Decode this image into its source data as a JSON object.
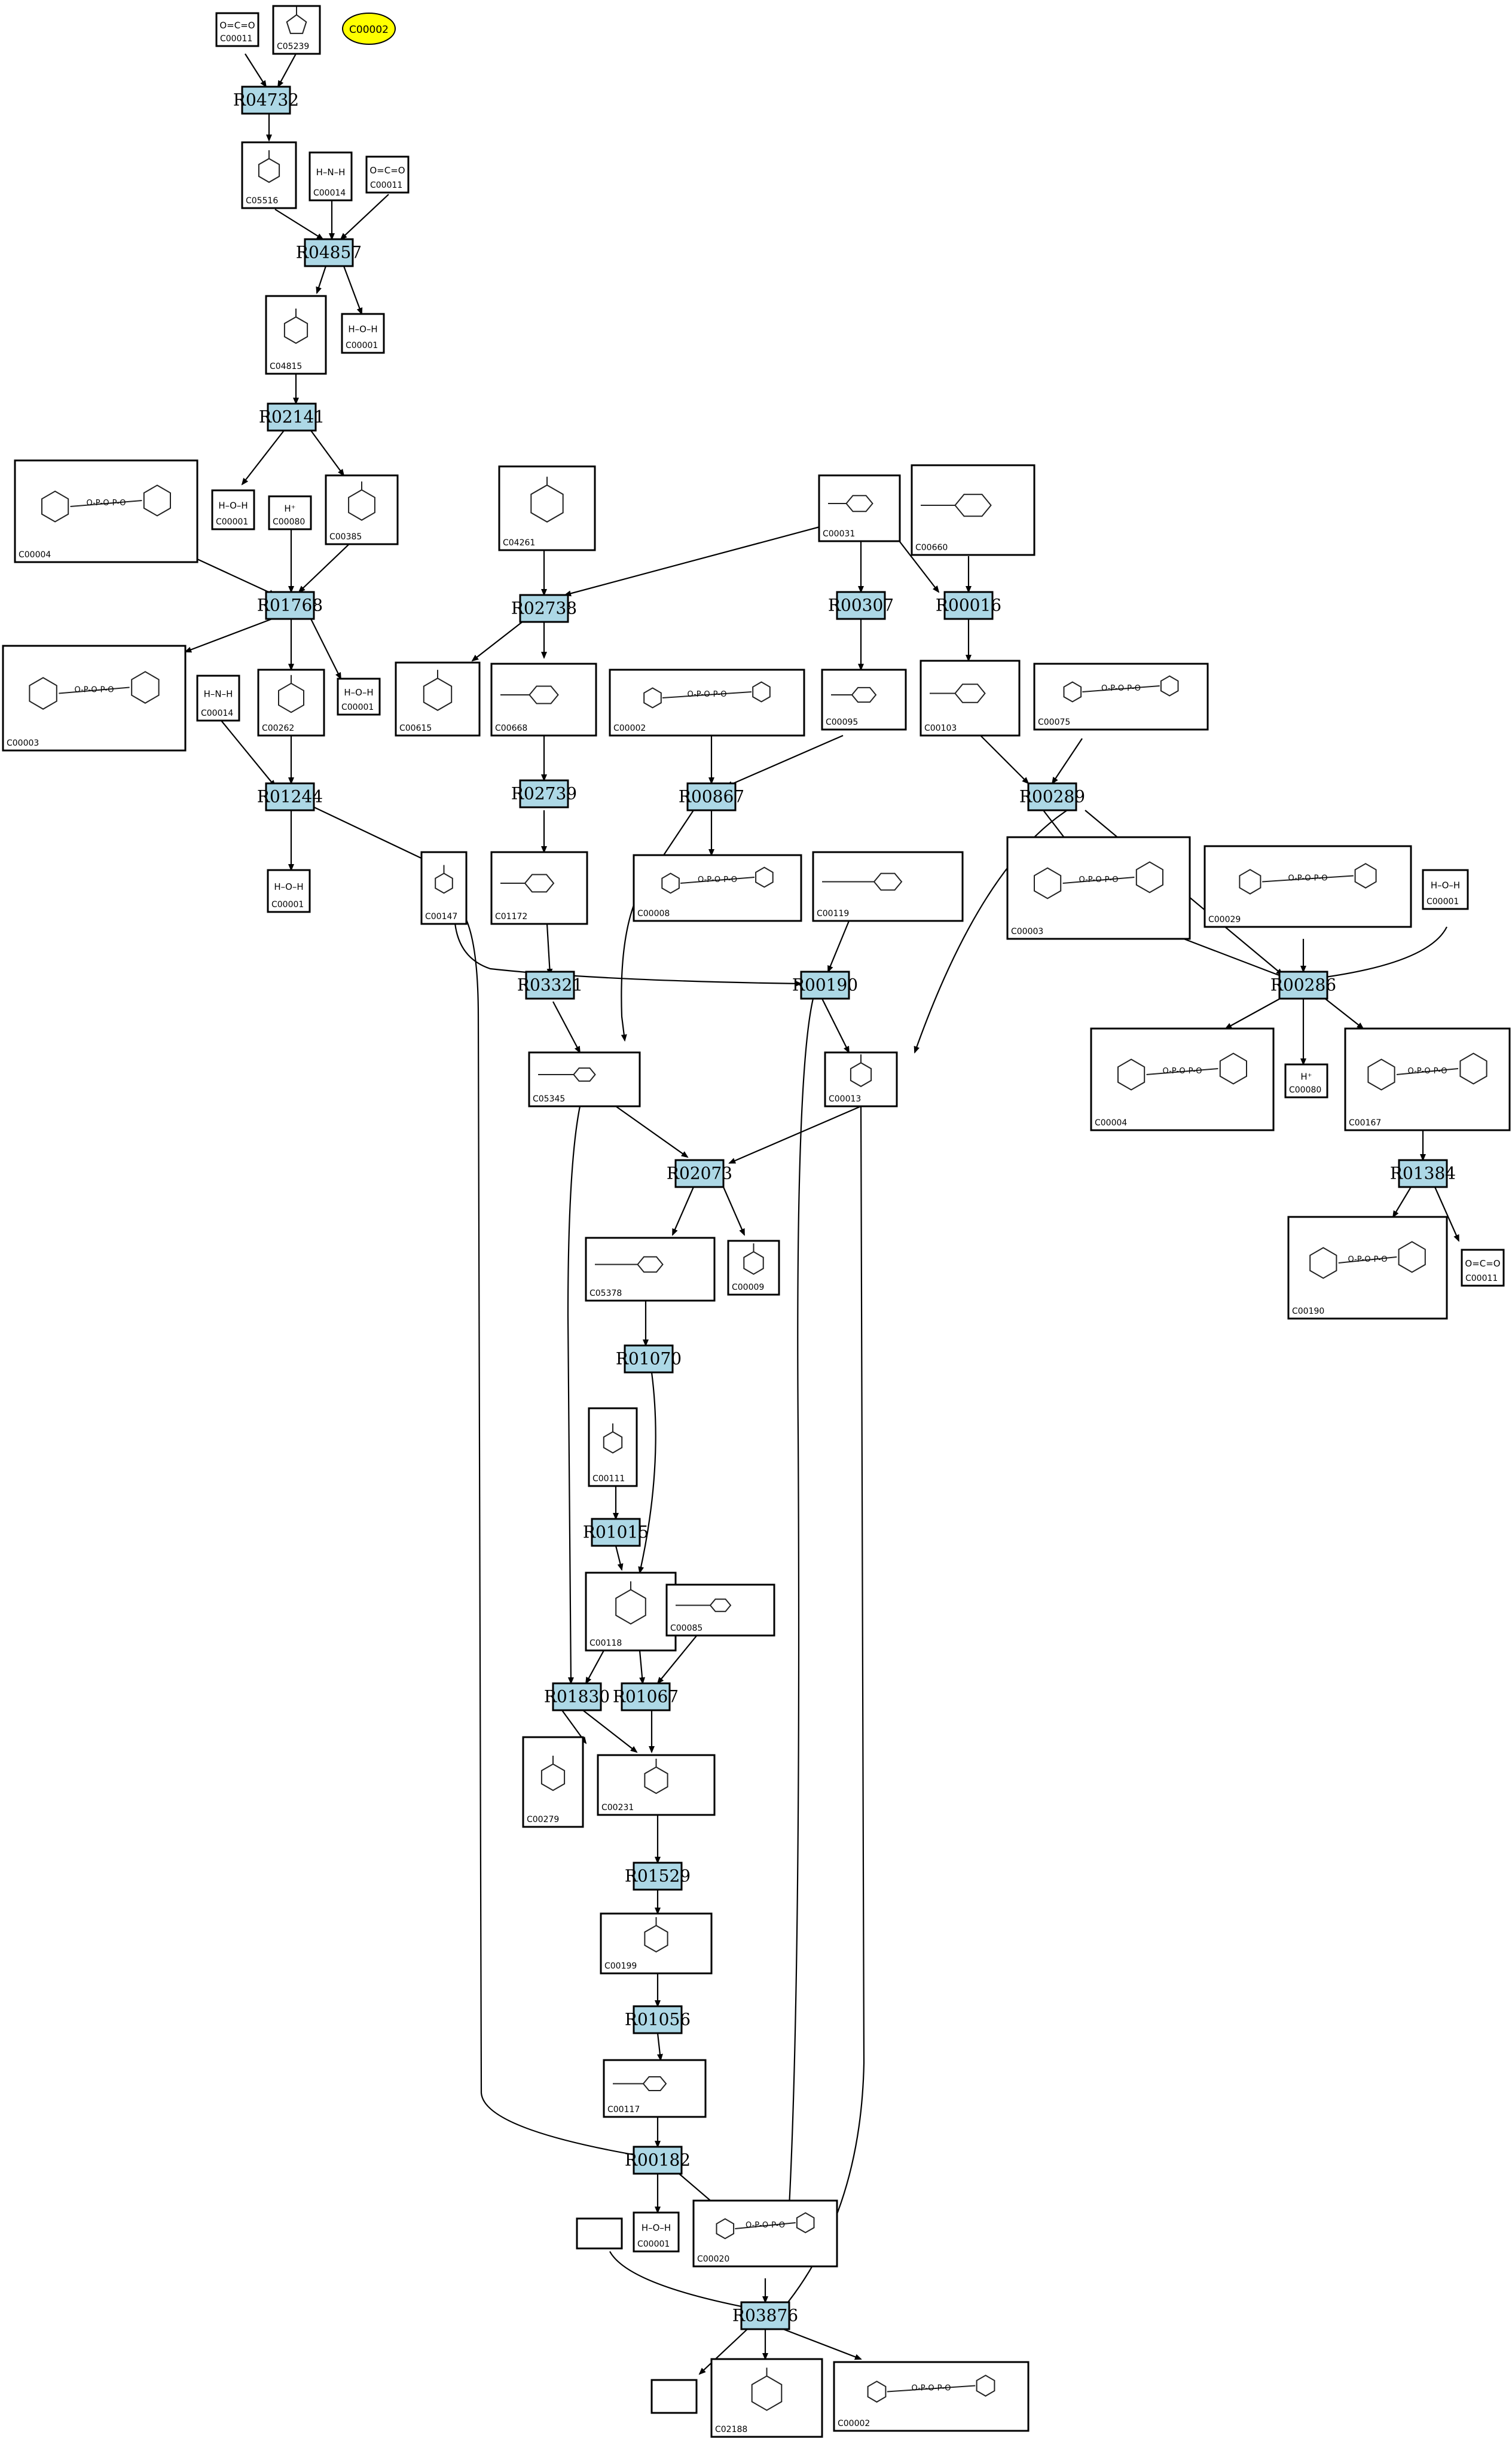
{
  "special_node": {
    "id": "C00002-yellow",
    "label": "C00002",
    "fill": "#ffff00"
  },
  "reactions": [
    {
      "id": "R04732",
      "label": "R04732"
    },
    {
      "id": "R04857",
      "label": "R04857"
    },
    {
      "id": "R02141",
      "label": "R02141"
    },
    {
      "id": "R01768",
      "label": "R01768"
    },
    {
      "id": "R02738",
      "label": "R02738"
    },
    {
      "id": "R00307",
      "label": "R00307"
    },
    {
      "id": "R00016",
      "label": "R00016"
    },
    {
      "id": "R01244",
      "label": "R01244"
    },
    {
      "id": "R02739",
      "label": "R02739"
    },
    {
      "id": "R00867",
      "label": "R00867"
    },
    {
      "id": "R00289",
      "label": "R00289"
    },
    {
      "id": "R03321",
      "label": "R03321"
    },
    {
      "id": "R00190",
      "label": "R00190"
    },
    {
      "id": "R00286",
      "label": "R00286"
    },
    {
      "id": "R02073",
      "label": "R02073"
    },
    {
      "id": "R01384",
      "label": "R01384"
    },
    {
      "id": "R01070",
      "label": "R01070"
    },
    {
      "id": "R01015",
      "label": "R01015"
    },
    {
      "id": "R01830",
      "label": "R01830"
    },
    {
      "id": "R01067",
      "label": "R01067"
    },
    {
      "id": "R01529",
      "label": "R01529"
    },
    {
      "id": "R01056",
      "label": "R01056"
    },
    {
      "id": "R00182",
      "label": "R00182"
    },
    {
      "id": "R03876",
      "label": "R03876"
    }
  ],
  "compounds": [
    {
      "id": "c-top-co2",
      "label": "C00011",
      "kind": "co2"
    },
    {
      "id": "c-imidazole",
      "label": "C05239",
      "kind": "imidazole"
    },
    {
      "id": "c-05516",
      "label": "C05516",
      "kind": "ring"
    },
    {
      "id": "c-nh3-a",
      "label": "C00014",
      "kind": "nh3"
    },
    {
      "id": "c-co2-b",
      "label": "C00011",
      "kind": "co2"
    },
    {
      "id": "c-04815",
      "label": "C04815",
      "kind": "ring"
    },
    {
      "id": "c-h2o-a",
      "label": "C00001",
      "kind": "water"
    },
    {
      "id": "c-nad-a",
      "label": "C00004",
      "kind": "nucleotide"
    },
    {
      "id": "c-h2o-b",
      "label": "C00001",
      "kind": "water"
    },
    {
      "id": "c-hplus-a",
      "label": "C00080",
      "kind": "hplus"
    },
    {
      "id": "c-00385",
      "label": "C00385",
      "kind": "ring"
    },
    {
      "id": "c-04261",
      "label": "C04261",
      "kind": "ring"
    },
    {
      "id": "c-00031",
      "label": "C00031",
      "kind": "sugar"
    },
    {
      "id": "c-00668",
      "label": "C00668",
      "kind": "sugar"
    },
    {
      "id": "c-nad-b",
      "label": "C00003",
      "kind": "nucleotide"
    },
    {
      "id": "c-nh3-b",
      "label": "C00014",
      "kind": "nh3"
    },
    {
      "id": "c-00262",
      "label": "C00262",
      "kind": "ring"
    },
    {
      "id": "c-h2o-c",
      "label": "C00001",
      "kind": "water"
    },
    {
      "id": "c-00615",
      "label": "C00615",
      "kind": "ring"
    },
    {
      "id": "c-atp-a",
      "label": "C00002",
      "kind": "nucleotide"
    },
    {
      "id": "c-00095",
      "label": "C00095",
      "kind": "sugar"
    },
    {
      "id": "c-00103",
      "label": "C00103",
      "kind": "sugar"
    },
    {
      "id": "c-00075",
      "label": "C00075",
      "kind": "nucleotide"
    },
    {
      "id": "c-00660",
      "label": "C00660",
      "kind": "sugar"
    },
    {
      "id": "c-h2o-d",
      "label": "C00001",
      "kind": "water"
    },
    {
      "id": "c-00147",
      "label": "C00147",
      "kind": "ring"
    },
    {
      "id": "c-01172",
      "label": "C01172",
      "kind": "sugar"
    },
    {
      "id": "c-adp",
      "label": "C00008",
      "kind": "nucleotide"
    },
    {
      "id": "c-00119",
      "label": "C00119",
      "kind": "sugar"
    },
    {
      "id": "c-nad-c",
      "label": "C00003",
      "kind": "nucleotide"
    },
    {
      "id": "c-00029",
      "label": "C00029",
      "kind": "nucleotide"
    },
    {
      "id": "c-h2o-e",
      "label": "C00001",
      "kind": "water"
    },
    {
      "id": "c-05345",
      "label": "C05345",
      "kind": "sugar"
    },
    {
      "id": "c-00013",
      "label": "C00013",
      "kind": "ring"
    },
    {
      "id": "c-nadh-b",
      "label": "C00004",
      "kind": "nucleotide"
    },
    {
      "id": "c-hplus-b",
      "label": "C00080",
      "kind": "hplus"
    },
    {
      "id": "c-00167",
      "label": "C00167",
      "kind": "nucleotide"
    },
    {
      "id": "c-05378",
      "label": "C05378",
      "kind": "sugar"
    },
    {
      "id": "c-00009",
      "label": "C00009",
      "kind": "ring"
    },
    {
      "id": "c-00190",
      "label": "C00190",
      "kind": "nucleotide"
    },
    {
      "id": "c-co2-c",
      "label": "C00011",
      "kind": "co2"
    },
    {
      "id": "c-00111",
      "label": "C00111",
      "kind": "ring"
    },
    {
      "id": "c-00118",
      "label": "C00118",
      "kind": "ring"
    },
    {
      "id": "c-00085",
      "label": "C00085",
      "kind": "sugar"
    },
    {
      "id": "c-00279",
      "label": "C00279",
      "kind": "ring"
    },
    {
      "id": "c-00231",
      "label": "C00231",
      "kind": "ring"
    },
    {
      "id": "c-00199",
      "label": "C00199",
      "kind": "ring"
    },
    {
      "id": "c-00117",
      "label": "C00117",
      "kind": "sugar"
    },
    {
      "id": "c-h2o-f",
      "label": "C00001",
      "kind": "water"
    },
    {
      "id": "c-00020",
      "label": "C00020",
      "kind": "nucleotide"
    },
    {
      "id": "c-empty-a",
      "label": "",
      "kind": "empty"
    },
    {
      "id": "c-empty-b",
      "label": "",
      "kind": "empty"
    },
    {
      "id": "c-02188",
      "label": "C02188",
      "kind": "ring"
    },
    {
      "id": "c-atp-b",
      "label": "C00002",
      "kind": "nucleotide"
    }
  ]
}
